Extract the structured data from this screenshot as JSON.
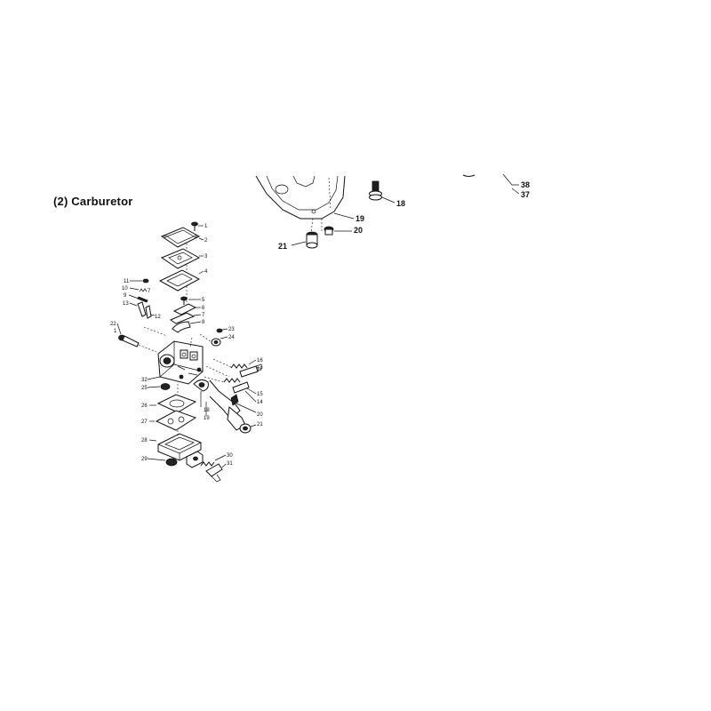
{
  "section_title": "(2)  Carburetor",
  "top_callouts": {
    "c38": "38",
    "c37": "37",
    "c18": "18",
    "c19": "19",
    "c20": "20",
    "c21": "21"
  },
  "part_callouts": {
    "p1": "1",
    "p2": "2",
    "p3": "3",
    "p4": "4",
    "p5": "5",
    "p6": "6",
    "p7": "7",
    "p8": "8",
    "p9": "9",
    "p10": "10",
    "p11": "11",
    "p12": "12",
    "p13": "13",
    "p14": "14",
    "p15": "15",
    "p16": "16",
    "p17": "17",
    "p18": "18",
    "p19": "19",
    "p20": "20",
    "p21": "21",
    "p22": "22",
    "p23": "23",
    "p24": "24",
    "p25": "25",
    "p26": "26",
    "p27": "27",
    "p28": "28",
    "p29": "29",
    "p30": "30",
    "p31": "31",
    "p32": "32",
    "p1b": "1"
  }
}
